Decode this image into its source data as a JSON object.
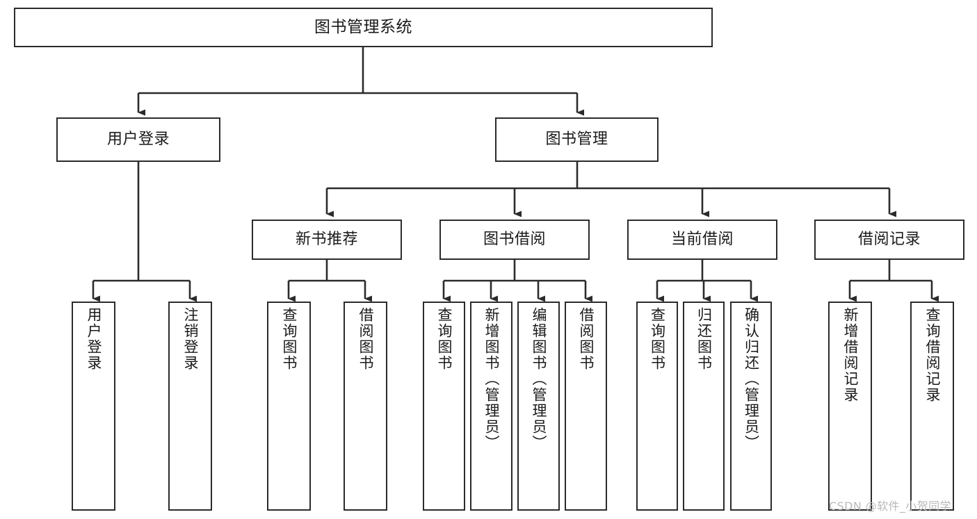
{
  "diagram": {
    "title": "图书管理系统",
    "type": "hierarchy-tree",
    "watermark": "CSDN @软件_小贺同学",
    "colors": {
      "box_border": "#2b2b2b",
      "box_fill": "#ffffff",
      "edge": "#2b2b2b",
      "background": "#ffffff",
      "watermark": "#b9b9b9"
    },
    "nodes": {
      "root": {
        "label": "图书管理系统"
      },
      "level2": [
        {
          "label": "用户登录"
        },
        {
          "label": "图书管理"
        }
      ],
      "level3": [
        {
          "label": "新书推荐"
        },
        {
          "label": "图书借阅"
        },
        {
          "label": "当前借阅"
        },
        {
          "label": "借阅记录"
        }
      ],
      "leaves": {
        "user_login": [
          {
            "label": "用户登录"
          },
          {
            "label": "注销登录"
          }
        ],
        "new_book": [
          {
            "label": "查询图书"
          },
          {
            "label": "借阅图书"
          }
        ],
        "borrow_book": [
          {
            "label": "查询图书"
          },
          {
            "label": "新增图书（管理员）"
          },
          {
            "label": "编辑图书（管理员）"
          },
          {
            "label": "借阅图书"
          }
        ],
        "current_borrow": [
          {
            "label": "查询图书"
          },
          {
            "label": "归还图书"
          },
          {
            "label": "确认归还（管理员）"
          }
        ],
        "borrow_record": [
          {
            "label": "新增借阅记录"
          },
          {
            "label": "查询借阅记录"
          }
        ]
      }
    }
  }
}
